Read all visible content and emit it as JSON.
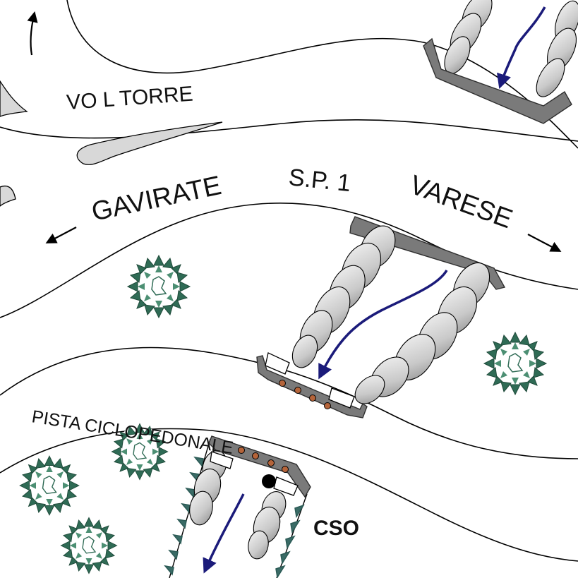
{
  "labels": {
    "vol_torre": "VO L TORRE",
    "gavirate": "GAVIRATE",
    "sp1": "S.P. 1",
    "varese": "VARESE",
    "pista": "PISTA CICLOPEDONALE",
    "cso": "CSO"
  },
  "colors": {
    "line": "#000000",
    "structure": "#6e6e6e",
    "structure_dark": "#3c3c3c",
    "stone_light": "#e4e4e4",
    "stone_mid": "#bdbdbd",
    "flow_arrow": "#1b1b7a",
    "bush": "#2f6b55",
    "channel_teeth": "#3a6b66",
    "manhole": "#b5643a"
  },
  "icons": {
    "flow": "flow-arrow-icon",
    "direction": "direction-arrow-icon",
    "vegetation": "bush-icon",
    "culvert": "culvert-icon"
  }
}
